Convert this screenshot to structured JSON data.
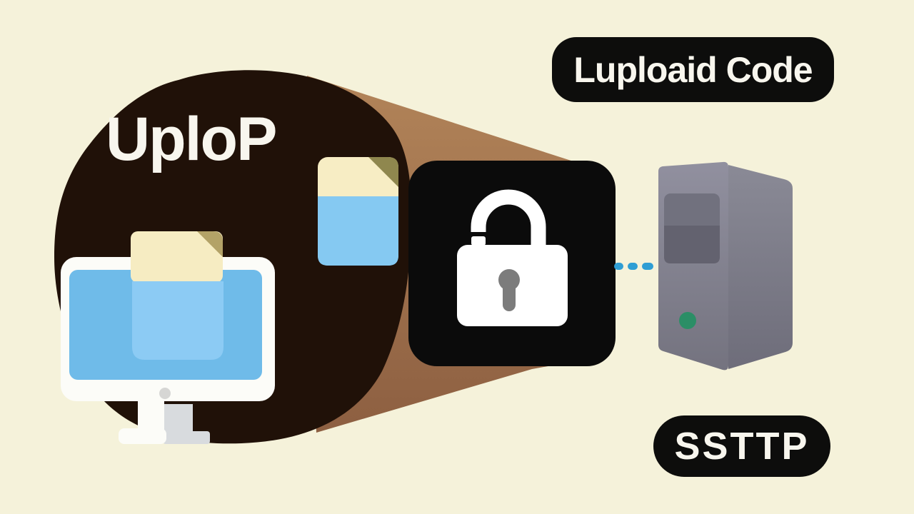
{
  "scene": {
    "blob_title": "UploP",
    "badge_top_label": "Luploaid Code",
    "badge_bottom_label": "SSTTP"
  },
  "icons": [
    {
      "name": "monitor-icon",
      "meaning": "desktop computer with document on screen"
    },
    {
      "name": "document-icon",
      "meaning": "file with folded corner on monitor"
    },
    {
      "name": "file-icon",
      "meaning": "small blue file with folded corner"
    },
    {
      "name": "padlock-icon",
      "meaning": "open padlock on black rounded square"
    },
    {
      "name": "server-icon",
      "meaning": "grey server tower with power light"
    },
    {
      "name": "dashed-connection-icon",
      "meaning": "blue dashed link from lock to server"
    }
  ],
  "colors": {
    "background": "#f5f2da",
    "blob": "#201108",
    "funnel_light": "#b28459",
    "funnel_dark": "#8d5f41",
    "lock_square": "#0b0b0b",
    "lock_white": "#ffffff",
    "keyhole_grey": "#7c7c7c",
    "badge_bg": "#0d0d0c",
    "badge_text": "#f8f6ee",
    "title_text": "#f8f6ee",
    "file_cream": "#f7edc4",
    "file_fold_olive": "#8f874e",
    "file_blue": "#85c9f2",
    "monitor_frame": "#fcfcf8",
    "screen_blue": "#6fbbe9",
    "doc_cream": "#f6ecc2",
    "doc_fold": "#b3a267",
    "doc_inner_blue": "#8ccbf4",
    "camera_dot": "#d6d6d4",
    "stand_grey": "#d8dbde",
    "server_front": "#91909f",
    "server_front_dark": "#74737f",
    "server_side": "#8a8a96",
    "server_side_dark": "#6e6d7a",
    "server_panel": "#71717e",
    "server_panel_dark": "#63626f",
    "power_green": "#2b8e66",
    "dash_blue": "#2f9ed4"
  }
}
